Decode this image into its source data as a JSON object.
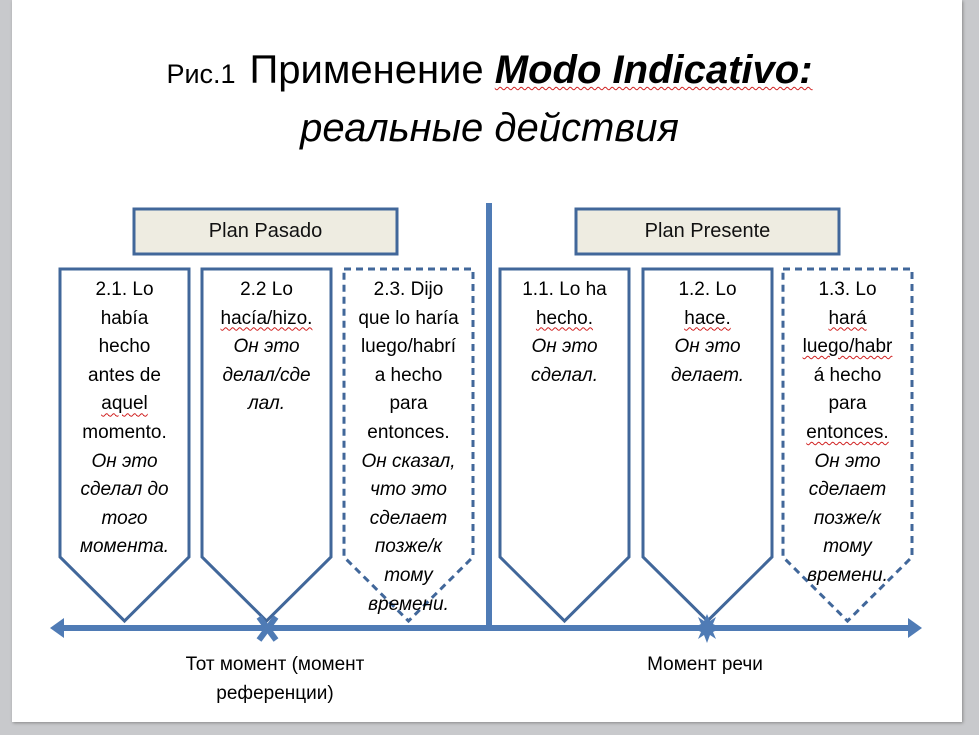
{
  "title": {
    "figure_label": "Рис.1",
    "main_prefix": "Применение",
    "main_emphasis": "Modo Indicativo:",
    "subtitle": "реальные действия"
  },
  "headers": {
    "past": "Plan Pasado",
    "present": "Plan Presente"
  },
  "boxes": [
    {
      "id": "2.1",
      "style": "solid",
      "lines": [
        {
          "t": "2.1.  Lo"
        },
        {
          "t": "había"
        },
        {
          "t": "hecho"
        },
        {
          "t": "antes de"
        },
        {
          "t": "aquel",
          "sq": true
        },
        {
          "t": "momento."
        },
        {
          "t": "Он это",
          "it": true
        },
        {
          "t": "сделал до",
          "it": true
        },
        {
          "t": "того",
          "it": true
        },
        {
          "t": "момента.",
          "it": true
        }
      ]
    },
    {
      "id": "2.2",
      "style": "solid",
      "lines": [
        {
          "t": "2.2  Lo"
        },
        {
          "t": "hacía/hizo.",
          "sq": true
        },
        {
          "t": " "
        },
        {
          "t": "Он это",
          "it": true
        },
        {
          "t": "делал/сде",
          "it": true
        },
        {
          "t": "лал.",
          "it": true
        }
      ]
    },
    {
      "id": "2.3",
      "style": "dashed",
      "lines": [
        {
          "t": "2.3.  Dijo"
        },
        {
          "t": "que lo haría"
        },
        {
          "t": "luego/habrí"
        },
        {
          "t": "a hecho"
        },
        {
          "t": "para"
        },
        {
          "t": "entonces."
        },
        {
          "t": "Он сказал,",
          "it": true
        },
        {
          "t": "что это",
          "it": true
        },
        {
          "t": "сделает",
          "it": true
        },
        {
          "t": "позже/к",
          "it": true
        },
        {
          "t": "тому",
          "it": true
        },
        {
          "t": "времени.",
          "it": true
        }
      ]
    },
    {
      "id": "1.1",
      "style": "solid",
      "lines": [
        {
          "t": "1.1.  Lo ha"
        },
        {
          "t": "hecho.",
          "sq": true
        },
        {
          "t": " "
        },
        {
          "t": "Он это",
          "it": true
        },
        {
          "t": "сделал.",
          "it": true
        }
      ]
    },
    {
      "id": "1.2",
      "style": "solid",
      "lines": [
        {
          "t": "1.2. Lo"
        },
        {
          "t": "hace.",
          "sq": true
        },
        {
          "t": " "
        },
        {
          "t": "Он это",
          "it": true
        },
        {
          "t": "делает.",
          "it": true
        }
      ]
    },
    {
      "id": "1.3",
      "style": "dashed",
      "lines": [
        {
          "t": "1.3. Lo"
        },
        {
          "t": "hará",
          "sq": true
        },
        {
          "t": "luego/habr",
          "sq": true
        },
        {
          "t": "á hecho"
        },
        {
          "t": "para"
        },
        {
          "t": "entonces.",
          "sq": true
        },
        {
          "t": "Он это",
          "it": true
        },
        {
          "t": "сделает",
          "it": true
        },
        {
          "t": "позже/к",
          "it": true
        },
        {
          "t": "тому",
          "it": true
        },
        {
          "t": "времени.",
          "it": true
        }
      ]
    }
  ],
  "timeline_labels": {
    "reference_moment_line1": "Тот момент (момент",
    "reference_moment_line2": "референции)",
    "speech_moment": "Момент речи"
  },
  "colors": {
    "stroke": "#4a6fa0",
    "header_fill": "#eeece1",
    "axis": "#4f7bb5"
  }
}
